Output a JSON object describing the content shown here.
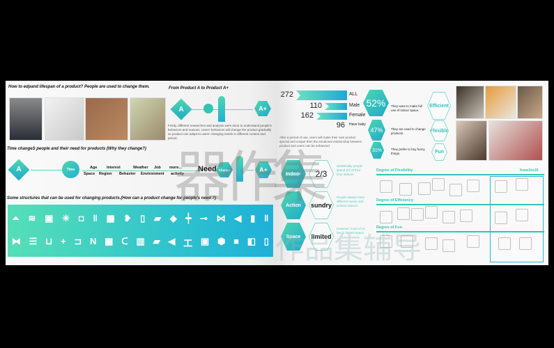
{
  "left": {
    "heading1": "How to edpand lifespan of a product? People are used to change them.",
    "heading2": "From Product A to Product A+",
    "a_label": "A",
    "aplus_label": "A+",
    "paragraph": "Firstly, different researches and analysis were done to understand people's behaviors and reasons. Users' behaviors will change the product gradually so product can adapt to users' changing needs in different context and period.",
    "heading3": "Time changeS people and their need for products (Why they change?)",
    "time_label": "Time",
    "factors_top": [
      "Age",
      "Interest",
      "Weather",
      "Job",
      "more..."
    ],
    "factors_bottom": [
      "Space",
      "Region",
      "Behavior",
      "Environment",
      "activity"
    ],
    "need_label": "Need",
    "change_label": "Change",
    "heading4": "Some structures that can be used for changing products.(How can a product change for people's need ?)",
    "icons_row1": [
      "⏶",
      "≋",
      "▣",
      "✳",
      "◘",
      "‖",
      "▦",
      "❥",
      "▯",
      "▰",
      "◆",
      "┿",
      "⊸",
      "⋈",
      "◀",
      "▮",
      "‖"
    ],
    "icons_row2": [
      "⧓",
      "☰",
      "⊔",
      "+",
      "⊐",
      "N",
      "▦",
      "ᑕ",
      "▥",
      "▰",
      "◀",
      "工",
      "▣",
      "⬢",
      "■",
      "◧",
      "▯"
    ]
  },
  "right": {
    "stats": [
      {
        "value": "272",
        "label": "ALL",
        "fraction": 1.0
      },
      {
        "value": "110",
        "label": "Male",
        "fraction": 0.4
      },
      {
        "value": "162",
        "label": "Female",
        "fraction": 0.6
      },
      {
        "value": "96",
        "label": "Have baby",
        "fraction": 0.35
      }
    ],
    "stat_note": "After a period of use, users will make their own product special and unique then the emotional relationship between product and users can be enhanced",
    "percents": [
      {
        "value": "52%",
        "text": "They want to make full use of indoor space.",
        "tag": "Efficient"
      },
      {
        "value": "47%",
        "text": "They are used to change products.",
        "tag": "Flexible"
      },
      {
        "value": "31%",
        "text": "They prefer to buy funny things.",
        "tag": "Fun"
      }
    ],
    "contexts": [
      {
        "label": "Indoor",
        "value": "2/3",
        "text": "Statistically people spend 2/3 of their time indoors"
      },
      {
        "label": "Action",
        "value": "sundry",
        "text": "People always have different needs and actions indoors"
      },
      {
        "label": "Space",
        "value": "limited",
        "text": "However, most of us live in limited space"
      }
    ],
    "degrees": [
      "Degree of  Flexibility",
      "Degree of Efficiency",
      "Degree of Fun"
    ],
    "scale_label": "from1to10"
  },
  "watermark": {
    "text": "作品集辅导",
    "calligraphy": "器作集"
  },
  "colors": {
    "teal": "#2ec5b5",
    "blue": "#1faac9",
    "green": "#4fd6b0"
  }
}
